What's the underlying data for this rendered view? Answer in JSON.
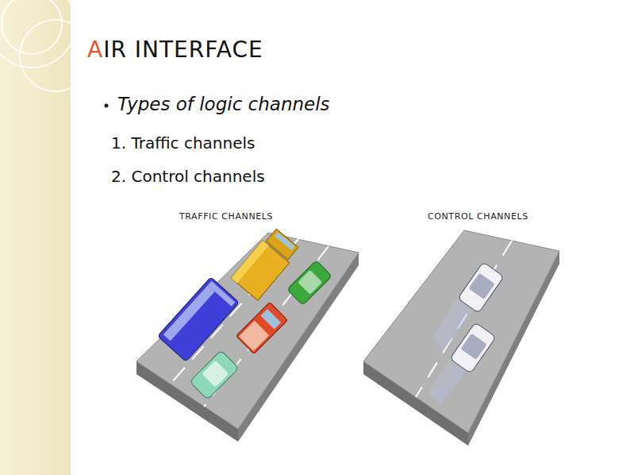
{
  "diagram": {
    "title": "AIR INTERFACE",
    "labels": [
      "Types of logic channels",
      "1. Traffic channels",
      "2. Control channels",
      "TRAFFIC CHANNELS",
      "CONTROL CHANNELS"
    ]
  }
}
